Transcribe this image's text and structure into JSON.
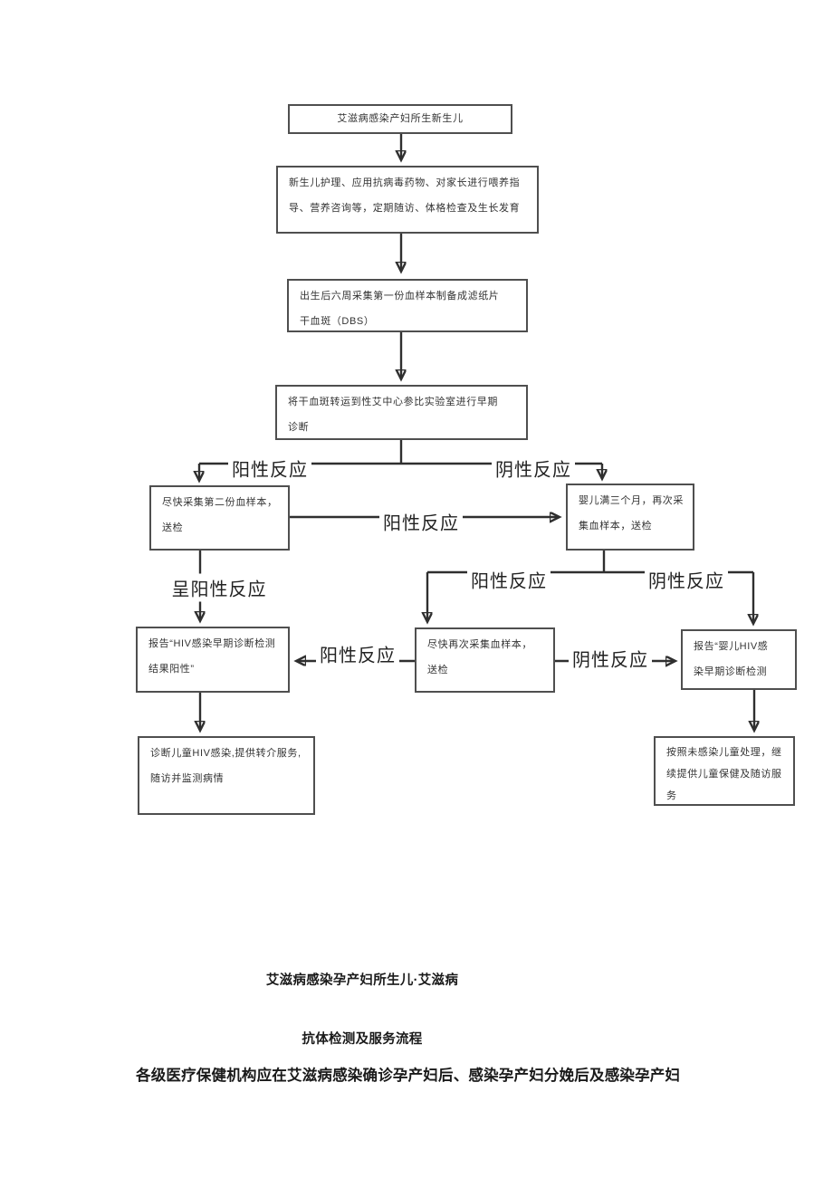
{
  "flowchart": {
    "boxes": {
      "newborn": "艾滋病感染产妇所生新生儿",
      "care": "新生儿护理、应用抗病毒药物、对家长进行喂养指\n导、营养咨询等，定期随访、体格检查及生长发育",
      "first_sample": "出生后六周采集第一份血样本制备成滤纸片\n干血斑（DBS）",
      "transport": "将干血斑转运到性艾中心参比实验室进行早期\n诊断",
      "second_sample": "尽快采集第二份血样本，\n送检",
      "three_months": "婴儿满三个月，再次采\n集血样本，送检",
      "report_positive": "报告“HIV感染早期诊断检测\n结果阳性”",
      "resample": "尽快再次采集血样本，\n送检",
      "report_infant": "报告“婴儿HIV感\n染早期诊断检测",
      "diagnose": "诊断儿童HIV感染,提供转介服务,\n随访并监测病情",
      "uninfected": "按照未感染儿童处理，继\n续提供儿童保健及随访服\n务"
    },
    "labels": {
      "positive_branch": "阳性反应",
      "negative_branch": "阴性反应",
      "positive_cross": "阳性反应",
      "confirmed_positive": "呈阳性反应",
      "positive_left": "阳性反应",
      "negative_right": "阴性反应",
      "positive_mid": "阳性反应",
      "negative_mid": "阴性反应"
    }
  },
  "footer": {
    "title": "艾滋病感染孕产妇所生儿·艾滋病",
    "subtitle": "抗体检测及服务流程",
    "paragraph": "各级医疗保健机构应在艾滋病感染确诊孕产妇后、感染孕产妇分娩后及感染孕产妇"
  },
  "colors": {
    "line": "#2f2f2f",
    "box_border": "#4f4f4f",
    "text": "#333333"
  }
}
